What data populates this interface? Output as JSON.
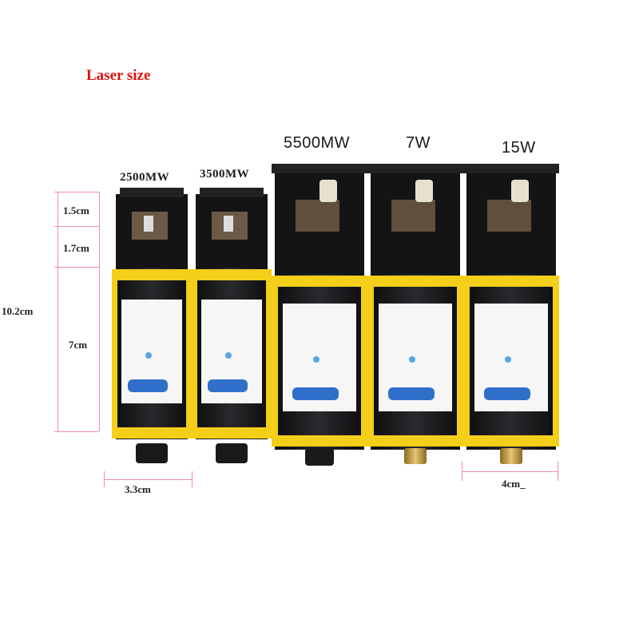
{
  "title": "Laser size",
  "modules": [
    {
      "power": "2500MW",
      "lens": "dark"
    },
    {
      "power": "3500MW",
      "lens": "dark"
    },
    {
      "power": "5500MW",
      "lens": "dark"
    },
    {
      "power": "7W",
      "lens": "brass"
    },
    {
      "power": "15W",
      "lens": "brass"
    }
  ],
  "dimensions": {
    "fan_height": "1.5cm",
    "spacer_height": "1.7cm",
    "body_height": "7cm",
    "total_height": "10.2cm",
    "small_width": "3.3cm",
    "large_width": "4cm_"
  },
  "colors": {
    "title": "#e01010",
    "body": "#1b1b1d",
    "label": "#f3cf1a",
    "measure": "#f08ab0"
  }
}
